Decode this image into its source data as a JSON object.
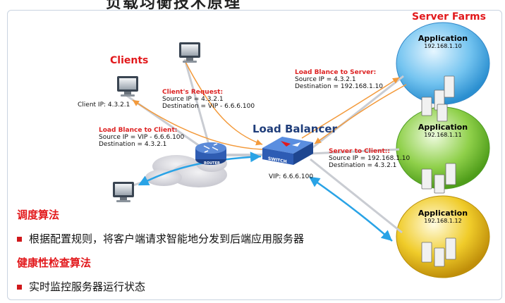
{
  "header": {
    "top_text": "负载均衡技术原理"
  },
  "diagram": {
    "clients_label": "Clients",
    "client_ip": "Client IP: 4.3.2.1",
    "client_request": {
      "title": "Client's Request:",
      "source": "Source IP = 4.3.2.1",
      "destination": "Destination = VIP - 6.6.6.100"
    },
    "lb_to_client": {
      "title": "Load Blance  to Client:",
      "source": "Source IP = VIP - 6.6.6.100",
      "destination": "Destination = 4.3.2.1"
    },
    "load_balancer_label": "Load Balancer",
    "vip": "VIP: 6.6.6.100",
    "router_label": "ROUTER",
    "switch_label": "SWITCH",
    "lb_to_server": {
      "title": "Load Blance to Server:",
      "source": "Source IP = 4.3.2.1",
      "destination": "Destination = 192.168.1.10"
    },
    "server_to_client": {
      "title": "Server to Client::",
      "source": "Source IP = 192.168.1.10",
      "destination": "Destination = 4.3.2.1"
    },
    "server_farms_label": "Server Farms",
    "farms": [
      {
        "title": "Application",
        "ip": "192.168.1.10",
        "color": "#5ab4e8"
      },
      {
        "title": "Application",
        "ip": "192.168.1.11",
        "color": "#7cc63a"
      },
      {
        "title": "Application",
        "ip": "192.168.1.12",
        "color": "#e8c21f"
      }
    ]
  },
  "notes": {
    "heading1": "调度算法",
    "bullet1": "根据配置规则，将客户端请求智能地分发到后端应用服务器",
    "heading2": "健康性检查算法",
    "bullet2": "实时监控服务器运行状态"
  }
}
